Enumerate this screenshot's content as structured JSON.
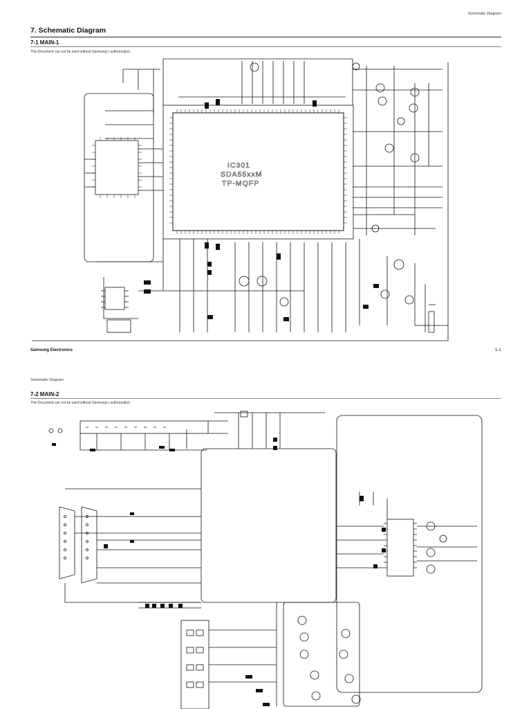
{
  "page1": {
    "running_header": "Schematic Diagram",
    "section_title": "7. Schematic Diagram",
    "subsection_title": "7-1 MAIN-1",
    "authorization_note": "This Document can not be used without Samsung's authorization.",
    "ic_label_line1": "IC301",
    "ic_label_line2": "SDA55xxM",
    "ic_label_line3": "TP-MQFP",
    "footer_left": "Samsung Electronics",
    "footer_right": "1-1"
  },
  "page2": {
    "running_header": "Schematic Diagram",
    "subsection_title": "7-2 MAIN-2",
    "authorization_note": "This Document can not be used without Samsung's authorization."
  }
}
